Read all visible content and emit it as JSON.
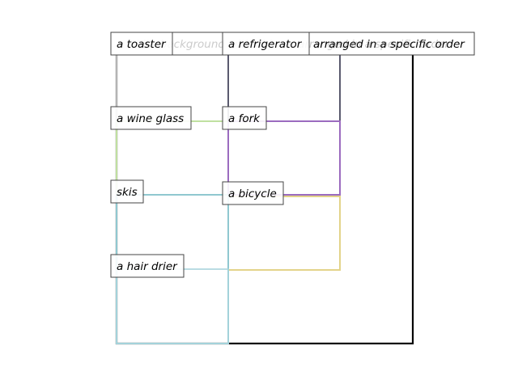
{
  "diagram": {
    "caption": "a white background with objects arranged in a specific order",
    "labels": [
      {
        "id": "toaster",
        "text": "a toaster"
      },
      {
        "id": "refrigerator",
        "text": "a refrigerator"
      },
      {
        "id": "wine_glass",
        "text": "a wine glass"
      },
      {
        "id": "fork",
        "text": "a fork"
      },
      {
        "id": "skis",
        "text": "skis"
      },
      {
        "id": "bicycle",
        "text": "a bicycle"
      },
      {
        "id": "hair_drier",
        "text": "a hair drier"
      }
    ],
    "colors": {
      "toaster": "#b4b4b4",
      "refrigerator": "#5a5a6e",
      "wine_glass": "#c0e0a0",
      "fork": "#9b6bbf",
      "skis": "#90c8d0",
      "bicycle": "#e3d38a",
      "hair_drier": "#90c8d0",
      "outer": "#000000"
    }
  }
}
